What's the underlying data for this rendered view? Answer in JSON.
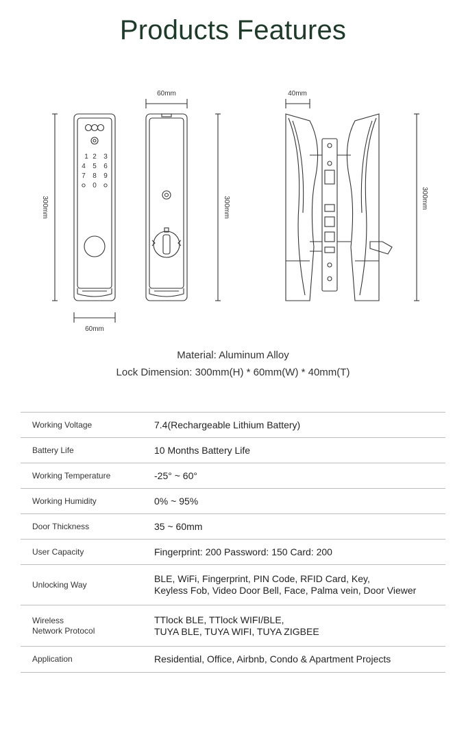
{
  "title": "Products Features",
  "drawing": {
    "front_width_label": "60mm",
    "front_height_label": "300mm",
    "back_width_label": "60mm",
    "back_height_label": "300mm",
    "side_thickness_label": "40mm",
    "side_height_label": "300mm",
    "keypad": [
      "1",
      "2",
      "3",
      "4",
      "5",
      "6",
      "7",
      "8",
      "9",
      "0"
    ]
  },
  "material": {
    "label": "Material:",
    "value": "Aluminum Alloy"
  },
  "dimension": {
    "label": "Lock Dimension:",
    "value": "300mm(H) * 60mm(W) * 40mm(T)"
  },
  "specs": [
    {
      "key": "Working Voltage",
      "value": "7.4(Rechargeable Lithium Battery)"
    },
    {
      "key": "Battery Life",
      "value": "10 Months Battery Life"
    },
    {
      "key": "Working Temperature",
      "value": "-25° ~ 60°"
    },
    {
      "key": "Working Humidity",
      "value": "0% ~ 95%"
    },
    {
      "key": "Door Thickness",
      "value": "35 ~ 60mm"
    },
    {
      "key": "User Capacity",
      "value": "Fingerprint: 200  Password: 150  Card: 200"
    },
    {
      "key": "Unlocking Way",
      "value_lines": [
        "BLE, WiFi, Fingerprint, PIN Code, RFID Card, Key,",
        "Keyless Fob, Video Door Bell, Face, Palma vein, Door Viewer"
      ]
    },
    {
      "key_lines": [
        "Wireless",
        "Network Protocol"
      ],
      "value_lines": [
        "TTlock BLE, TTlock WIFI/BLE,",
        "TUYA BLE, TUYA WIFI, TUYA ZIGBEE"
      ]
    },
    {
      "key": "Application",
      "value": "Residential, Office, Airbnb, Condo & Apartment Projects"
    }
  ]
}
